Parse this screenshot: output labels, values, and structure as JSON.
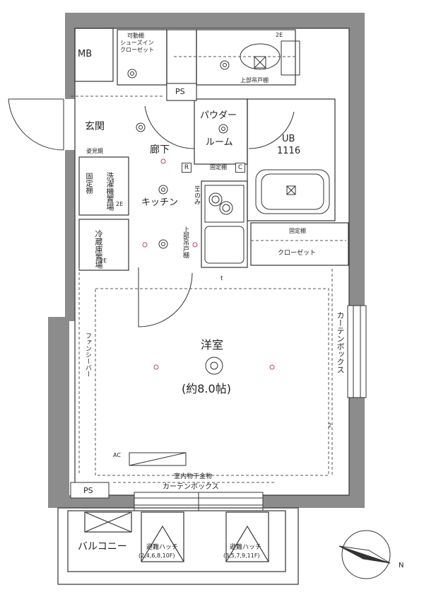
{
  "rooms": {
    "mb": "MB",
    "movable_shelf": "可動棚",
    "shoe_in_closet": "シューズイン",
    "closet_label": "クローゼット",
    "ps_top": "PS",
    "upper_cabinet_top": "上部吊戸棚",
    "entrance": "玄関",
    "shoe_box": "姿見鏡",
    "powder_room_1": "パウダー",
    "powder_room_2": "ルーム",
    "ub_1": "UB",
    "ub_2": "1116",
    "hallway": "廊下",
    "r_mark": "R",
    "c_mark": "C",
    "fixed_shelf_upper": "固定棚",
    "fixed_shelf_left": "固定棚",
    "laundry_place": "洗濯機置場",
    "laundry_2e": "2E",
    "kitchen": "キッチン",
    "ih_only": "IHのみ",
    "upper_cabinet_kitchen": "上部吊戸棚",
    "fixed_shelf_right": "固定棚",
    "closet_right": "クローゼット",
    "fridge_place": "冷蔵庫置場",
    "fridge_2e": "2E",
    "t_mark": "t",
    "curtain_box_right": "カーテンボックス",
    "fan_heater": "ファンシーバー",
    "western_room": "洋室",
    "area": "(約8.0帖)",
    "ac_mark": "AC",
    "outlet_2": "2",
    "indoor_dryer": "室内物干金物",
    "curtain_box_bottom": "カーテンボックス",
    "ps_bottom": "PS",
    "balcony": "バルコニー",
    "hatch_left": "避難ハッチ",
    "hatch_left_floors": "(2,4,6,8,10F)",
    "hatch_right": "避難ハッチ",
    "hatch_right_floors": "(3,5,7,9,11F)",
    "north": "N",
    "te_2e": "2E"
  }
}
